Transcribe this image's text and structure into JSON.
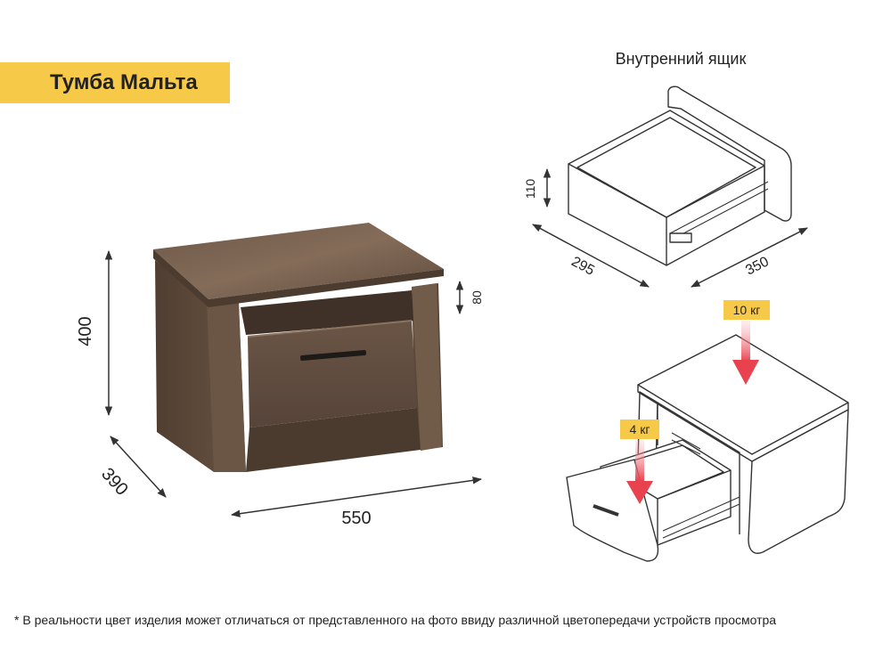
{
  "title": "Тумба Мальта",
  "inner_drawer_label": "Внутренний ящик",
  "dimensions": {
    "height": "400",
    "depth": "390",
    "width": "550",
    "shelf_gap": "80",
    "drawer_height": "110",
    "drawer_depth": "295",
    "drawer_width": "350"
  },
  "loads": {
    "top": "10 кг",
    "drawer": "4 кг"
  },
  "footnote": "* В реальности цвет изделия может отличаться от представленного на фото ввиду различной цветопередачи устройств просмотра",
  "colors": {
    "badge": "#f7c948",
    "wood_dark": "#5a4637",
    "wood_mid": "#6e5847",
    "wood_light": "#87705d",
    "load_arrow": "#e9424f",
    "load_label_bg": "#f7c948"
  }
}
